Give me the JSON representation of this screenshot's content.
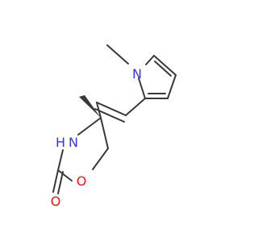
{
  "molecule": {
    "atoms": {
      "n_pyrrole": "N",
      "n_amide": "N",
      "h_amide": "H",
      "o_ring": "O",
      "o_carbonyl": "O"
    },
    "colors": {
      "bond": "#383838",
      "nitrogen": "#3333ff",
      "oxygen": "#ff0d0d"
    }
  }
}
